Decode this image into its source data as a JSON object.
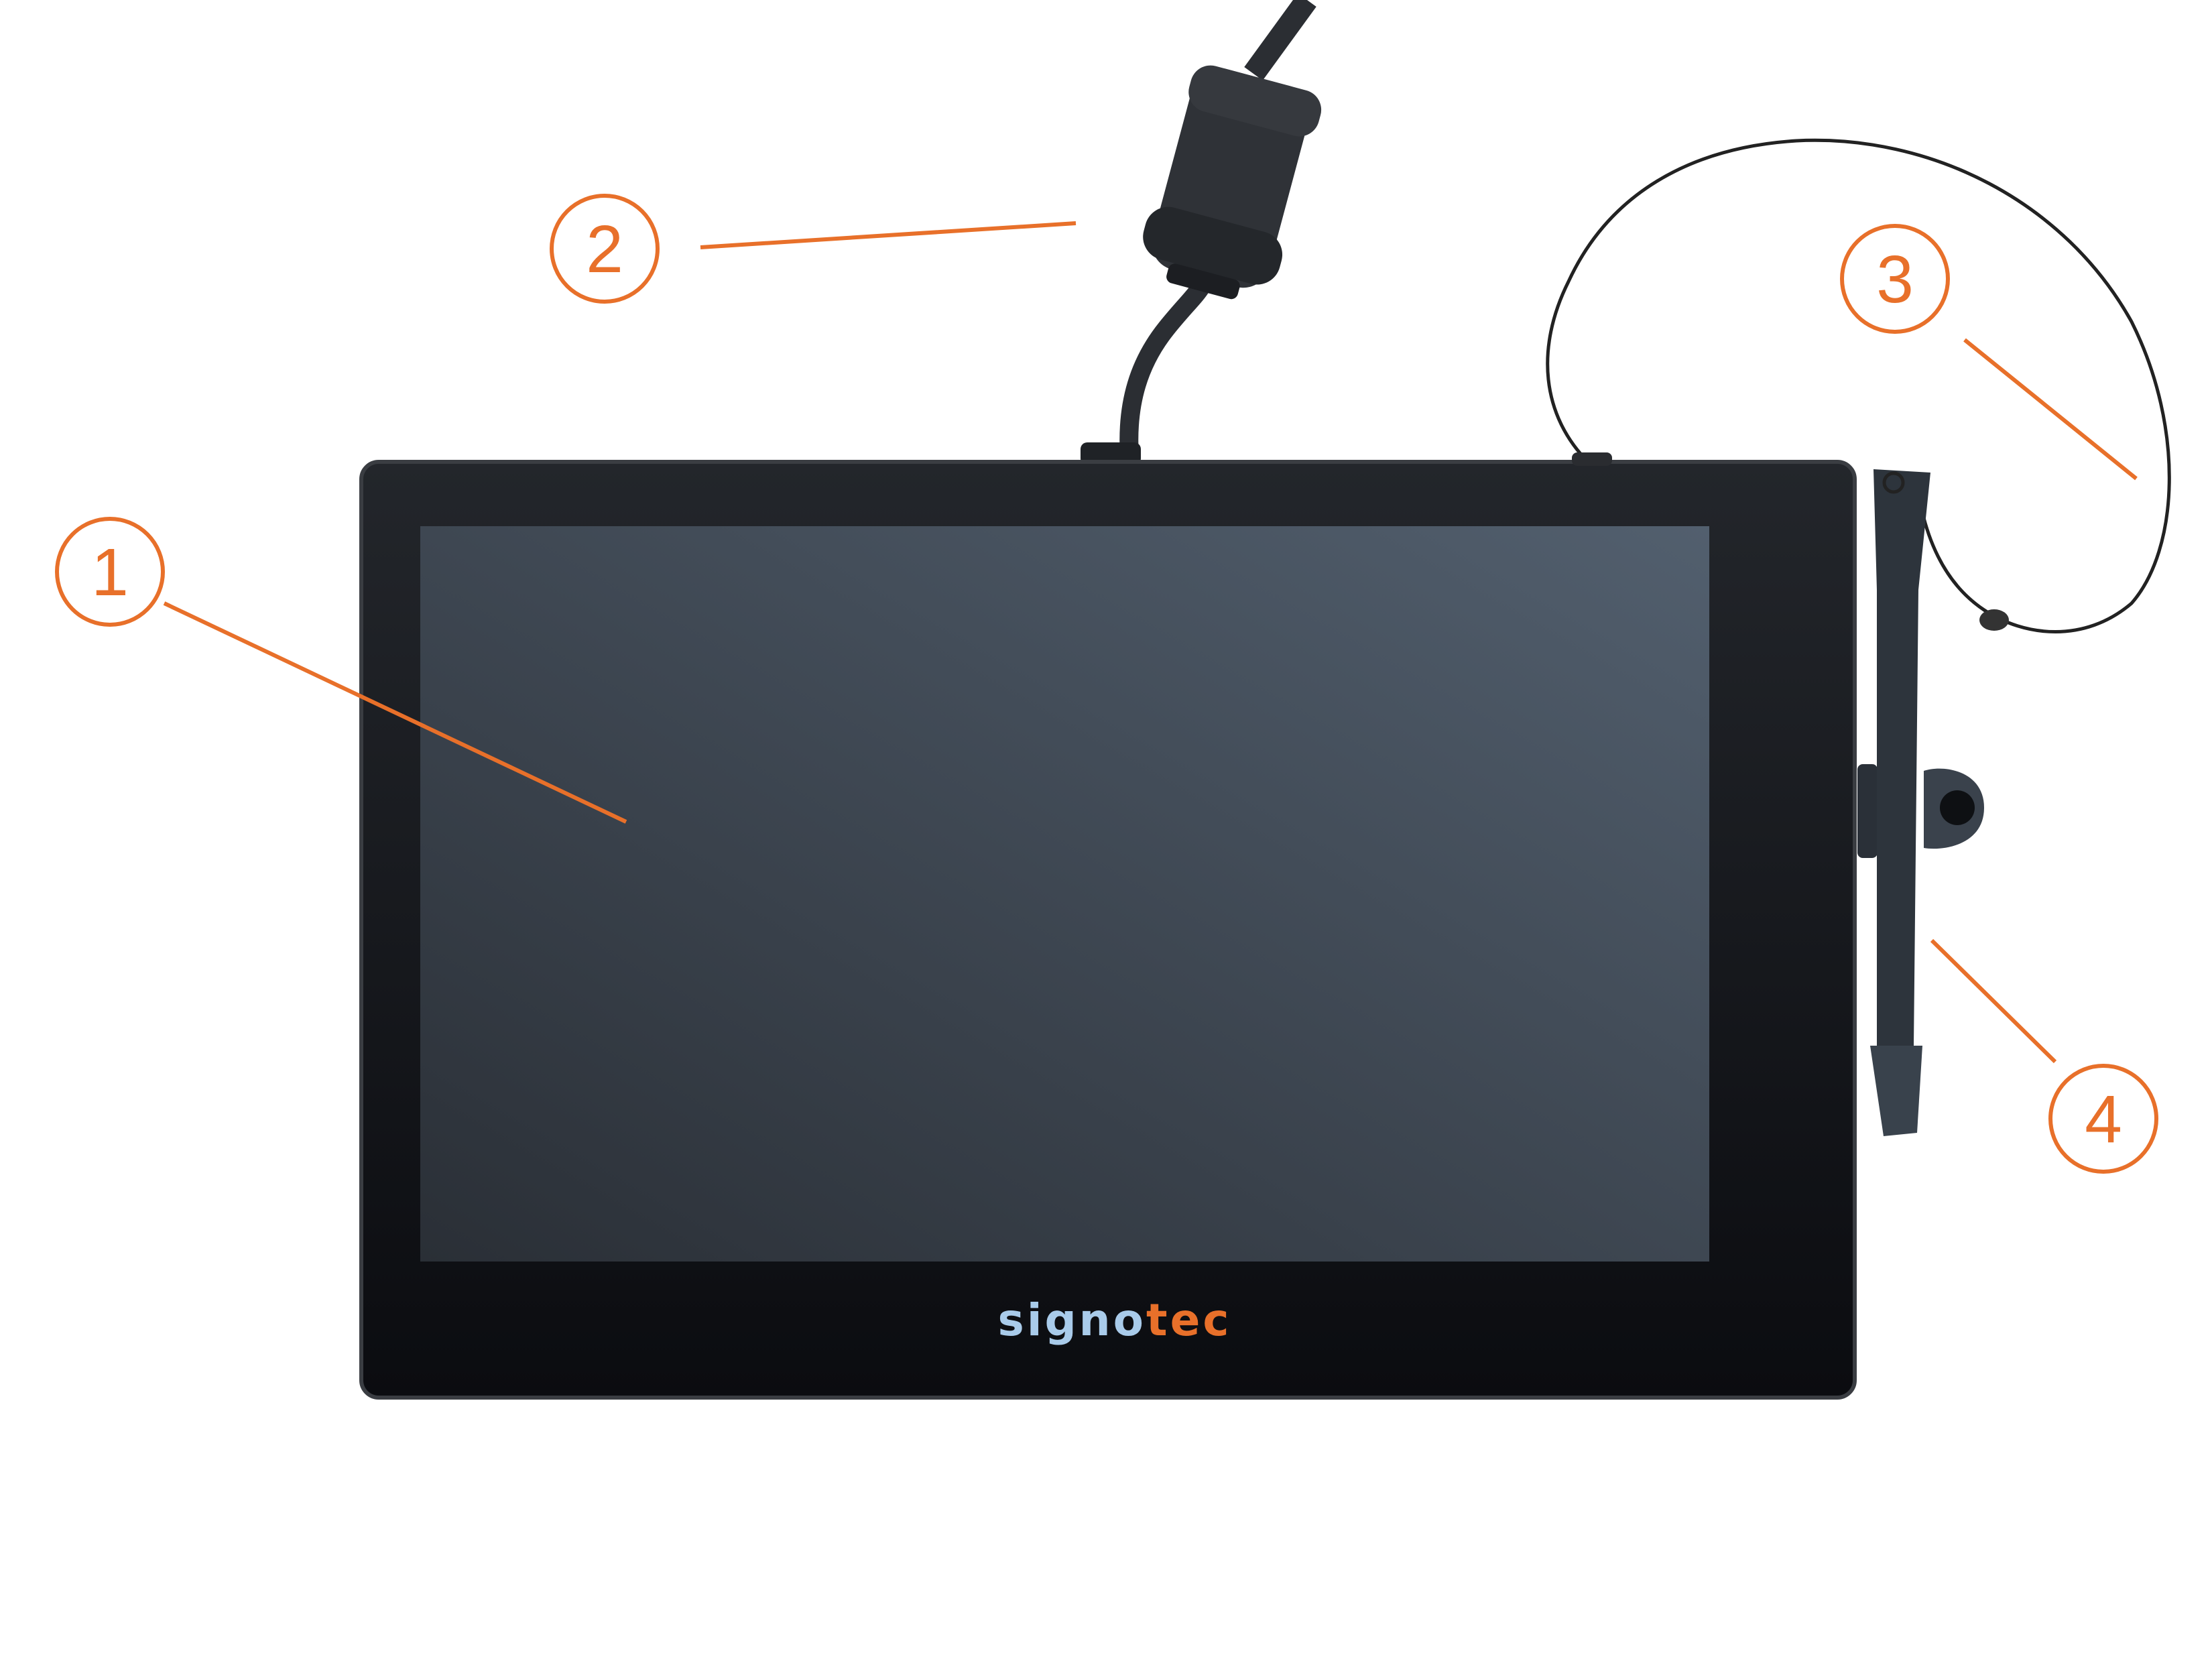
{
  "callouts": [
    {
      "number": "1",
      "target": "display"
    },
    {
      "number": "2",
      "target": "cable"
    },
    {
      "number": "3",
      "target": "lanyard"
    },
    {
      "number": "4",
      "target": "pen"
    }
  ],
  "logo": {
    "part1": "signo",
    "part2": "tec"
  },
  "colors": {
    "accent": "#E8702A",
    "logo_blue": "#A9CBEA",
    "bezel": "#15181d"
  }
}
